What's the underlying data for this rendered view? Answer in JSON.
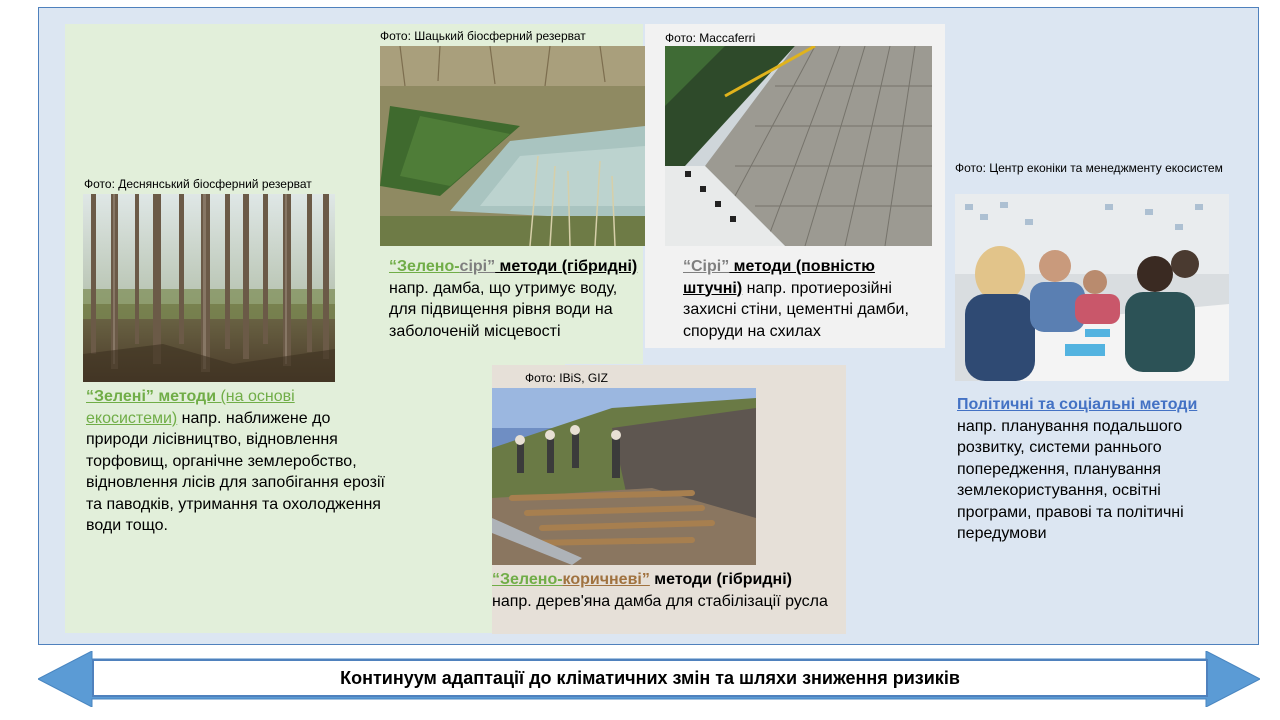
{
  "green": {
    "credit": "Фото: Деснянський біосферний резерват",
    "title_q": "“Зелені” методи",
    "title_extra": " (на основі екосистеми)",
    "desc": " напр. наближене до природи лісівництво, відновлення торфовищ, органічне землеробство, відновлення лісів для запобігання ерозії та паводків, утримання та охолодження води тощо."
  },
  "green_grey": {
    "credit": "Фото: Шацький біосферний резерват",
    "title_a": "“Зелено-",
    "title_b": "сірі”",
    "title_c": " методи (гібридні)",
    "desc": " напр. дамба, що утримує воду, для підвищення рівня води на заболоченій місцевості"
  },
  "grey": {
    "credit": "Фото: Maccaferri",
    "title_a": "“Сірі”",
    "title_b": " методи (повністю штучні)",
    "desc": " напр. протиерозійні захисні стіни, цементні дамби, споруди на схилах"
  },
  "green_brown": {
    "credit": "Фото: IBiS, GIZ",
    "title_a": "“Зелено-",
    "title_b": "коричневі”",
    "title_c": "  методи (гібридні)",
    "desc": "напр. дерев'яна дамба для стабілізації русла"
  },
  "policy": {
    "credit": "Фото: Центр еконіки та менеджменту екосистем",
    "title": "Політичні та соціальні методи",
    "desc": "напр. планування подальшого розвитку, системи раннього попередження, планування землекористування, освітні програми, правові та політичні передумови"
  },
  "bottom": {
    "label": "Континуум адаптації до кліматичних змін та шляхи зниження ризиків"
  },
  "colors": {
    "green": "#70ad47",
    "grey": "#7f7f7f",
    "brown": "#a0723f",
    "blue": "#4472c4",
    "arrow": "#5b9bd5"
  }
}
